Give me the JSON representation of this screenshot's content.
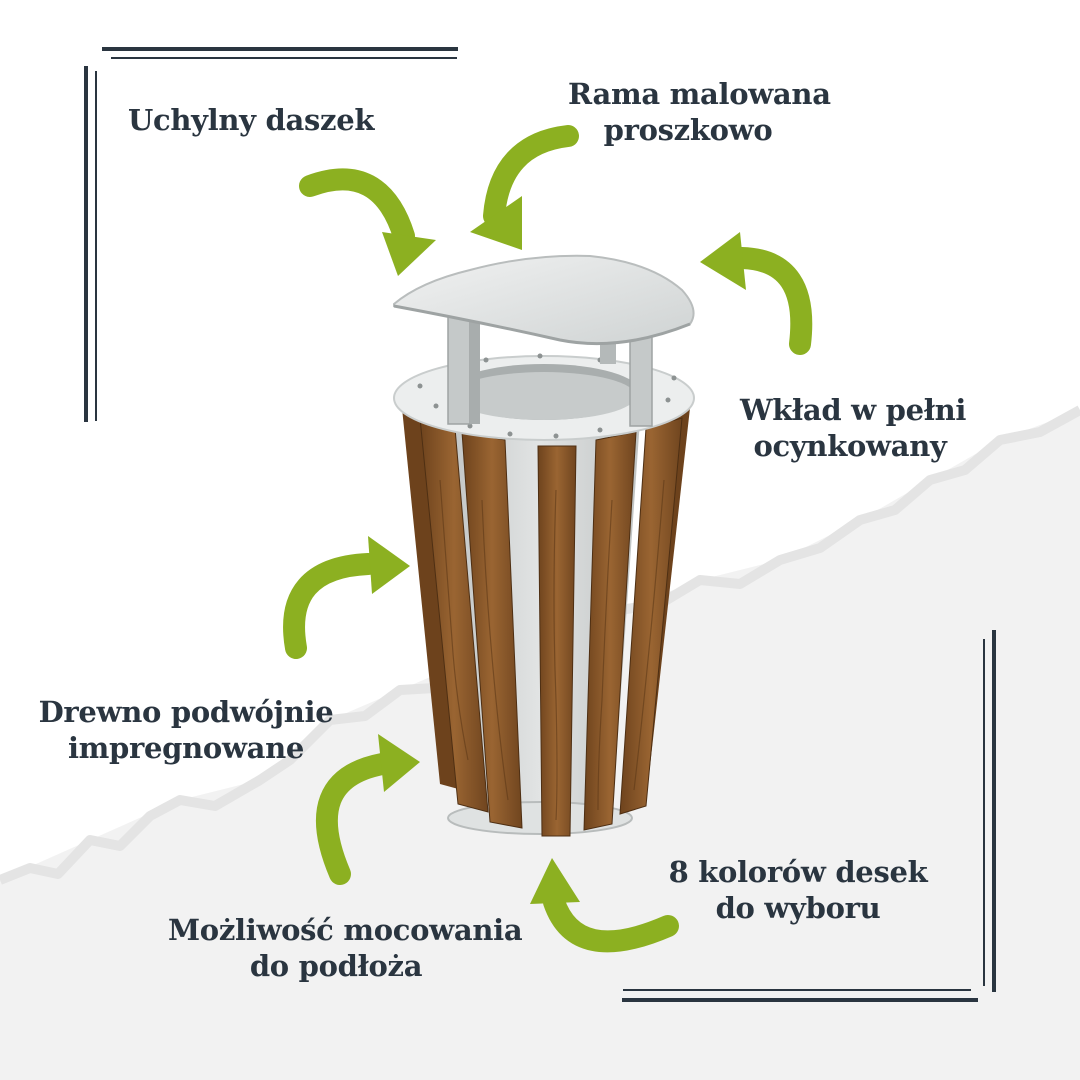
{
  "colors": {
    "accent": "#8cb021",
    "text": "#2a3540",
    "frame": "#2a3540",
    "wood": "#8a5a2b",
    "metal": "#d9dcdc"
  },
  "features": [
    {
      "id": "lid",
      "icon": "arrow-icon",
      "lines": [
        "Uchylny daszek"
      ]
    },
    {
      "id": "frame",
      "icon": "arrow-icon",
      "lines": [
        "Rama malowana",
        "proszkowo"
      ]
    },
    {
      "id": "insert",
      "icon": "arrow-icon",
      "lines": [
        "Wkład w pełni",
        "ocynkowany"
      ]
    },
    {
      "id": "wood",
      "icon": "arrow-icon",
      "lines": [
        "Drewno podwójnie",
        "impregnowane"
      ]
    },
    {
      "id": "mount",
      "icon": "arrow-icon",
      "lines": [
        "Możliwość mocowania",
        "do podłoża"
      ]
    },
    {
      "id": "colors",
      "icon": "arrow-icon",
      "lines": [
        "8 kolorów desek",
        "do wyboru"
      ]
    }
  ]
}
